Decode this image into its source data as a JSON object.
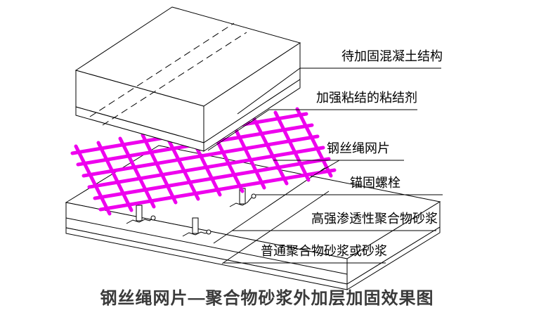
{
  "diagram": {
    "type": "reinforcement-construction-diagram",
    "title": "钢丝绳网片—聚合物砂浆外加层加固效果图",
    "labels": [
      {
        "id": "concrete-structure",
        "text": "待加固混凝土结构"
      },
      {
        "id": "bonding-adhesive",
        "text": "加强粘结的粘结剂"
      },
      {
        "id": "wire-rope-mesh",
        "text": "钢丝绳网片"
      },
      {
        "id": "anchor-bolt",
        "text": "锚固螺栓"
      },
      {
        "id": "high-strength-mortar",
        "text": "高强渗透性聚合物砂浆"
      },
      {
        "id": "ordinary-mortar",
        "text": "普通聚合物砂浆或砂浆"
      }
    ],
    "colors": {
      "mesh": "#EE00EE",
      "line": "#000000",
      "title": "#3A3A3A",
      "background": "#FFFFFF"
    }
  }
}
